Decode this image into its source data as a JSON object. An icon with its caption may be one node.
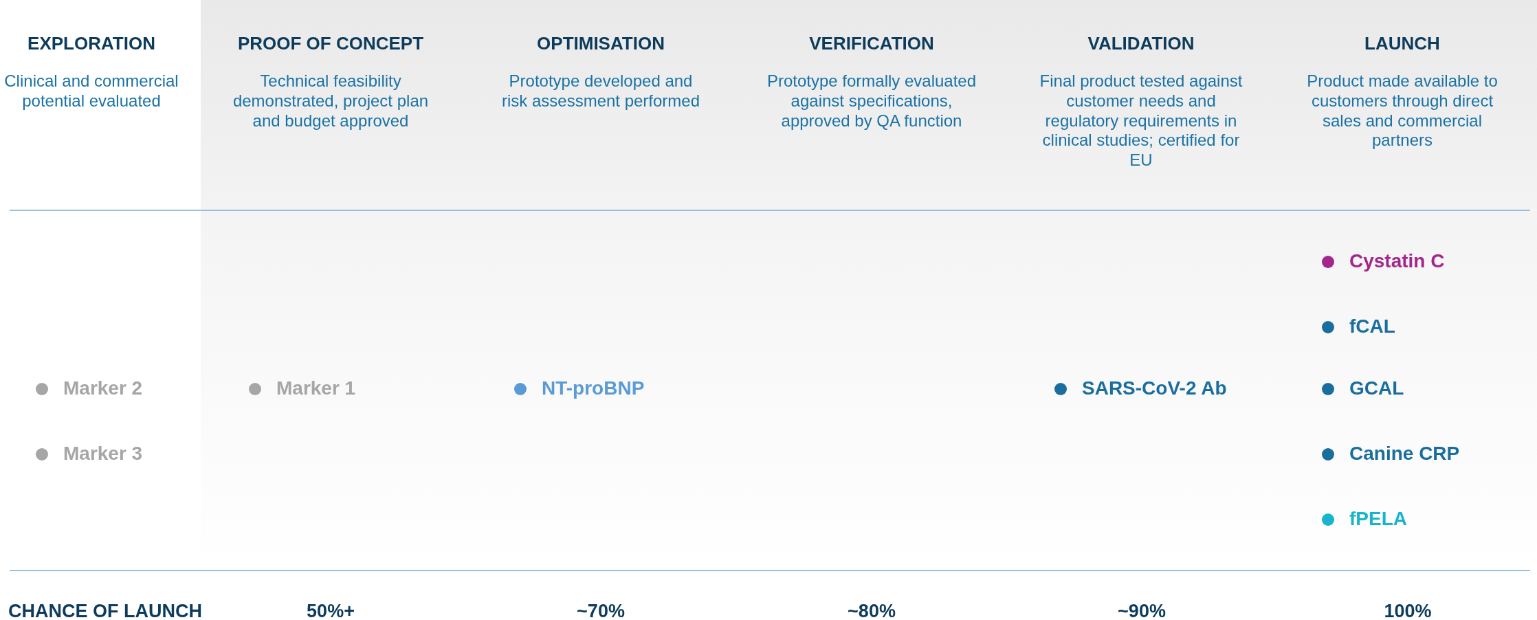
{
  "diagram": {
    "labels": [
      "EXPLORATION",
      "PROOF OF CONCEPT",
      "OPTIMISATION",
      "VERIFICATION",
      "VALIDATION",
      "LAUNCH",
      "Clinical and commercial potential evaluated",
      "Technical feasibility demonstrated, project plan and budget approved",
      "Prototype developed and risk assessment performed",
      "Prototype formally evaluated against specifications, approved by QA function",
      "Final product tested against customer needs and regulatory requirements in clinical studies; certified for EU",
      "Product made available to customers through direct sales and commercial partners",
      "Cystatin C",
      "fCAL",
      "Marker 2",
      "Marker 1",
      "NT-proBNP",
      "SARS-CoV-2 Ab",
      "GCAL",
      "Marker 3",
      "Canine CRP",
      "fPELA",
      "CHANCE OF LAUNCH",
      "50%+",
      "~70%",
      "~80%",
      "~90%",
      "100%"
    ]
  }
}
